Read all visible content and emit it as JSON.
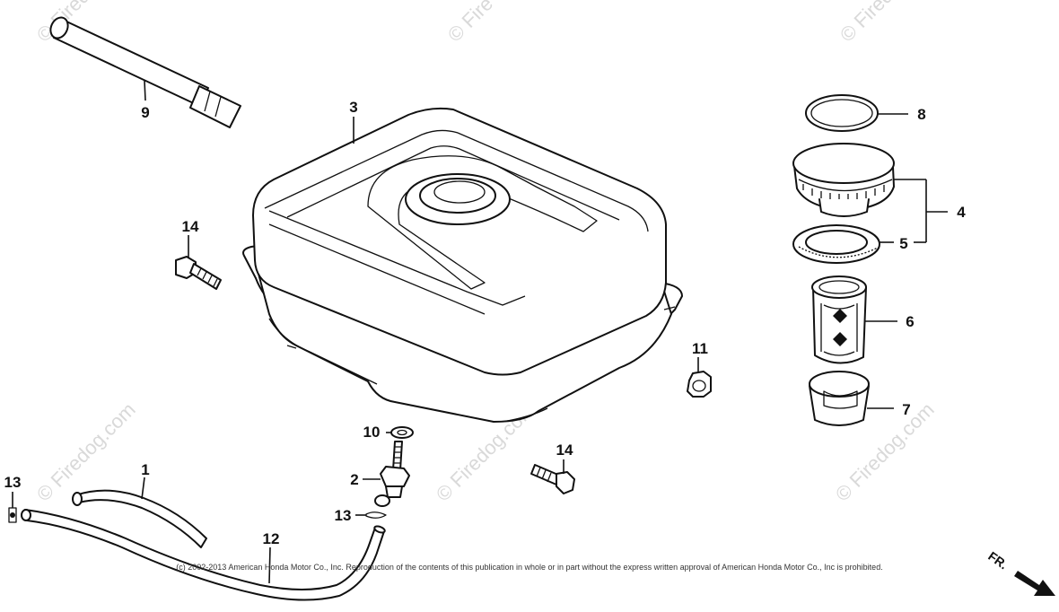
{
  "callouts": {
    "c1": "1",
    "c2": "2",
    "c3": "3",
    "c4": "4",
    "c5": "5",
    "c6": "6",
    "c7": "7",
    "c8": "8",
    "c9": "9",
    "c10": "10",
    "c11": "11",
    "c12": "12",
    "c13a": "13",
    "c13b": "13",
    "c14a": "14",
    "c14b": "14"
  },
  "watermark": {
    "brand": "© Firedog.com",
    "partial_top": "© Fire"
  },
  "copyright": "(c) 2002-2013 American Honda Motor Co., Inc. Reproduction of the contents of this publication in whole or in part without the express written approval of American Honda Motor Co., Inc is prohibited.",
  "direction_label": "FR."
}
